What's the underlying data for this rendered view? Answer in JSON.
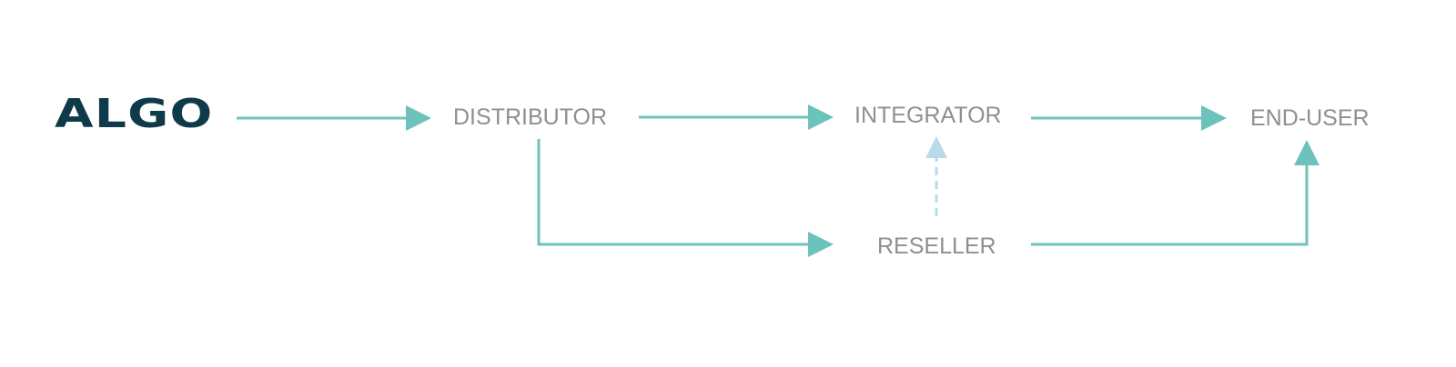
{
  "logo": {
    "text": "ALGO"
  },
  "nodes": {
    "distributor": "DISTRIBUTOR",
    "integrator": "INTEGRATOR",
    "end_user": "END-USER",
    "reseller": "RESELLER"
  },
  "colors": {
    "arrow": "#6cc3bb",
    "dashed_arrow": "#b9dbe9",
    "node_text": "#8f8f8f",
    "logo": "#0f3a4a"
  }
}
